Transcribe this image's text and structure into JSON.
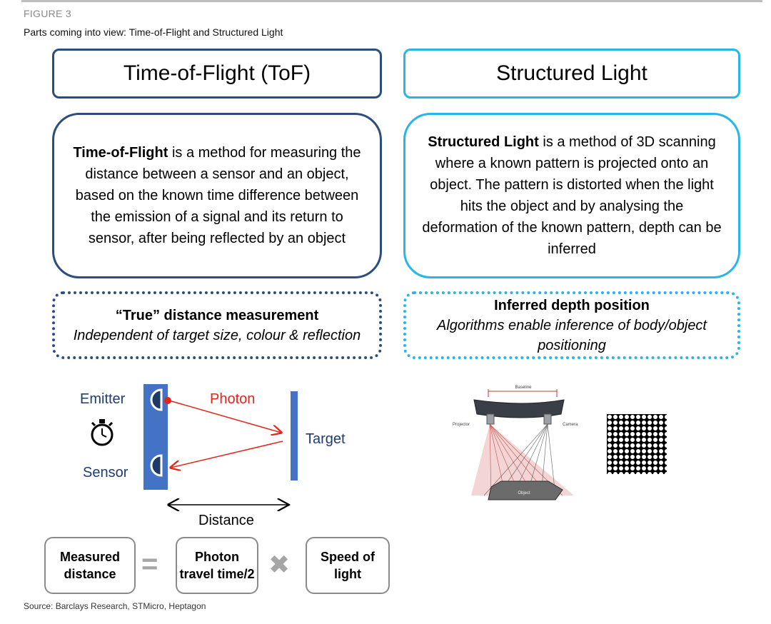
{
  "figure_label": "FIGURE 3",
  "figure_title": "Parts coming into view: Time-of-Flight and Structured Light",
  "tof": {
    "heading": "Time-of-Flight (ToF)",
    "desc_bold": "Time-of-Flight",
    "desc_rest": " is a method for measuring the distance between a sensor and an object, based on the known time difference between the emission of a signal and its return to sensor, after being reflected by an object",
    "note_title": "“True” distance measurement",
    "note_sub": "Independent of target size, colour & reflection",
    "emitter_label": "Emitter",
    "sensor_label": "Sensor",
    "photon_label": "Photon",
    "target_label": "Target",
    "distance_label": "Distance",
    "stopwatch_icon": "stopwatch-icon"
  },
  "sl": {
    "heading": "Structured Light",
    "desc_bold": "Structured Light",
    "desc_rest": " is a method of 3D scanning where a known pattern is projected onto an object. The pattern is distorted when the light hits the object and by analysing the deformation of the known pattern, depth can be inferred",
    "note_title": "Inferred depth position",
    "note_sub": "Algorithms enable inference of body/object positioning",
    "baseline_label": "Baseline",
    "projector_label": "Projector",
    "camera_label": "Camera",
    "object_label": "Object"
  },
  "formula": {
    "term1": "Measured distance",
    "op1": "=",
    "term2": "Photon travel time/2",
    "op2": "✖",
    "term3": "Speed of light"
  },
  "source": "Source: Barclays Research, STMicro, Heptagon",
  "colors": {
    "navy": "#2d4d7d",
    "cyan": "#27b5ea",
    "red": "#e3241b",
    "plate_blue": "#4472c4"
  }
}
